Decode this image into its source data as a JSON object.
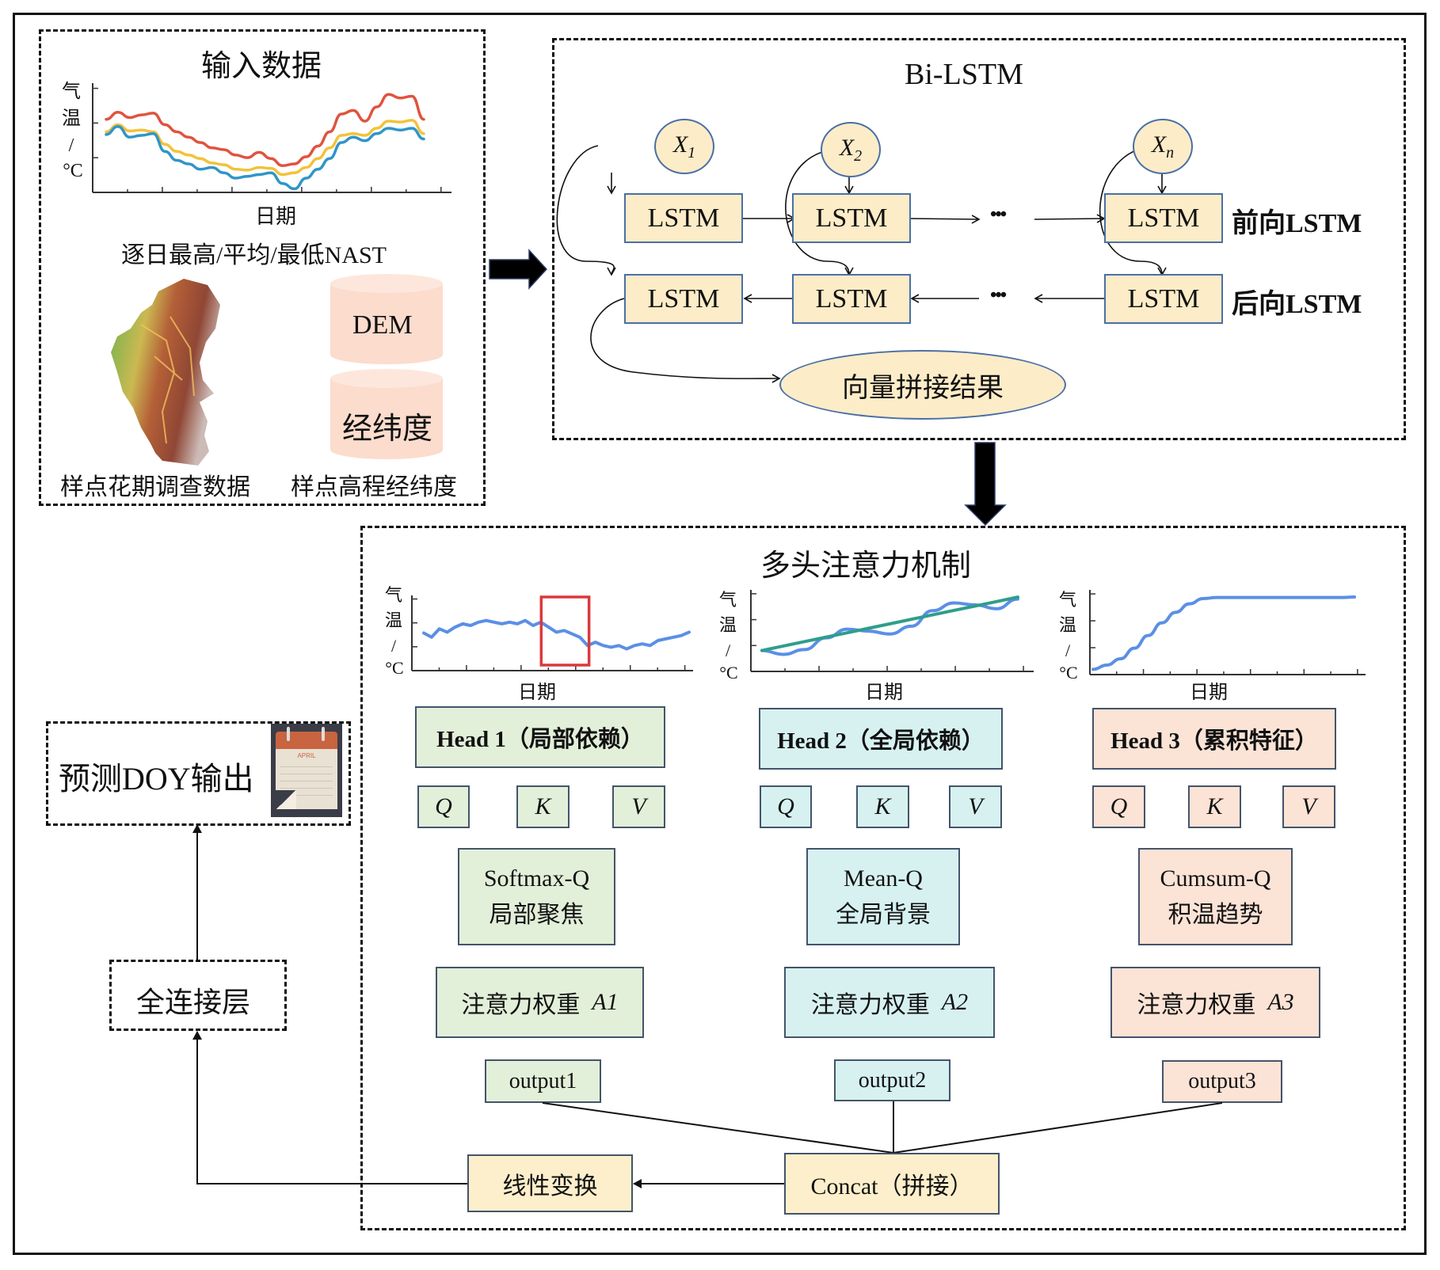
{
  "input_panel": {
    "title": "输入数据",
    "chart": {
      "y_axis_label_chars": [
        "气",
        "温",
        "/",
        "°C"
      ],
      "x_axis_label": "日期",
      "caption": "逐日最高/平均/最低NAST"
    },
    "map_caption": "样点花期调查数据",
    "db_caption": "样点高程经纬度",
    "cylinders": [
      "DEM",
      "经纬度"
    ]
  },
  "bilstm_panel": {
    "title": "Bi-LSTM",
    "inputs": [
      {
        "base": "X",
        "sub": "1"
      },
      {
        "base": "X",
        "sub": "2"
      },
      {
        "base": "X",
        "sub": "n"
      }
    ],
    "cell_label": "LSTM",
    "ellipsis": "•••",
    "forward_label": "前向LSTM",
    "backward_label": "后向LSTM",
    "concat_result": "向量拼接结果"
  },
  "attention_panel": {
    "title": "多头注意力机制",
    "chart_y_label_chars": [
      "气",
      "温",
      "/",
      "°C"
    ],
    "chart_x_label": "日期",
    "heads": [
      {
        "title": "Head 1（局部依赖）",
        "q": "Q",
        "k": "K",
        "v": "V",
        "method": "Softmax-Q",
        "method_desc": "局部聚焦",
        "weight_label": "注意力权重",
        "weight_symbol": "A1",
        "output": "output1",
        "color": "#e2efd9"
      },
      {
        "title": "Head 2（全局依赖）",
        "q": "Q",
        "k": "K",
        "v": "V",
        "method": "Mean-Q",
        "method_desc": "全局背景",
        "weight_label": "注意力权重",
        "weight_symbol": "A2",
        "output": "output2",
        "color": "#d7f1f1"
      },
      {
        "title": "Head 3（累积特征）",
        "q": "Q",
        "k": "K",
        "v": "V",
        "method": "Cumsum-Q",
        "method_desc": "积温趋势",
        "weight_label": "注意力权重",
        "weight_symbol": "A3",
        "output": "output3",
        "color": "#fbe3d6"
      }
    ],
    "concat_label": "Concat（拼接）",
    "linear_label": "线性变换"
  },
  "fc_layer": "全连接层",
  "output_panel": {
    "label": "预测DOY输出",
    "calendar_month": "APRIL"
  },
  "colors": {
    "max_temp": "#e0533f",
    "mean_temp": "#f2c23a",
    "min_temp": "#2f95c9",
    "attention_curve": "#5b8fe6",
    "trend_line": "#2e9e8a",
    "highlight_box": "#d9393b"
  },
  "chart_data": [
    {
      "type": "line",
      "title": "逐日最高/平均/最低NAST",
      "xlabel": "日期",
      "ylabel": "气温/°C",
      "series": [
        {
          "name": "最高",
          "values": [
            8.2,
            9.0,
            8.4,
            8.7,
            8.9,
            7.6,
            6.8,
            6.2,
            5.6,
            5.0,
            4.8,
            4.2,
            3.9,
            4.5,
            3.8,
            3.0,
            3.2,
            4.0,
            5.2,
            6.8,
            8.8,
            9.2,
            8.0,
            9.6,
            11.0,
            10.6,
            10.8,
            8.2
          ]
        },
        {
          "name": "平均",
          "values": [
            6.8,
            7.6,
            6.9,
            7.0,
            6.8,
            5.4,
            4.6,
            4.2,
            3.8,
            3.3,
            3.1,
            2.6,
            2.5,
            2.8,
            2.7,
            2.0,
            2.2,
            2.8,
            3.8,
            5.0,
            6.4,
            6.6,
            6.4,
            7.2,
            8.0,
            7.9,
            8.1,
            6.6
          ]
        },
        {
          "name": "最低",
          "values": [
            6.5,
            7.4,
            6.2,
            6.4,
            6.6,
            4.6,
            3.6,
            3.2,
            2.6,
            2.8,
            2.2,
            1.6,
            1.8,
            2.0,
            2.2,
            1.0,
            0.4,
            1.6,
            2.6,
            3.8,
            5.6,
            6.2,
            5.8,
            6.6,
            7.2,
            7.0,
            7.2,
            6.0
          ]
        }
      ],
      "ylim": [
        0,
        12
      ]
    },
    {
      "type": "line",
      "title": "Head 1 局部依赖",
      "xlabel": "日期",
      "ylabel": "气温/°C",
      "series": [
        {
          "name": "气温",
          "values": [
            4.5,
            4.0,
            5.0,
            4.6,
            5.2,
            5.6,
            5.4,
            5.8,
            6.0,
            5.8,
            5.6,
            5.8,
            5.6,
            6.0,
            5.4,
            5.8,
            5.2,
            4.6,
            4.8,
            4.4,
            4.0,
            3.0,
            3.4,
            3.0,
            2.8,
            3.0,
            2.6,
            3.0,
            3.2,
            3.0,
            3.6,
            3.8,
            4.0,
            4.2,
            4.6
          ]
        }
      ],
      "highlight_region": {
        "x_from_fraction": 0.46,
        "x_to_fraction": 0.63
      },
      "ylim": [
        0,
        9
      ]
    },
    {
      "type": "line",
      "title": "Head 2 全局依赖",
      "xlabel": "日期",
      "ylabel": "气温/°C",
      "series": [
        {
          "name": "气温",
          "values": [
            1.5,
            1.1,
            1.6,
            2.8,
            3.7,
            3.5,
            3.2,
            4.0,
            5.6,
            6.4,
            6.2,
            5.8,
            6.8
          ]
        },
        {
          "name": "趋势",
          "values": [
            1.5,
            1.96,
            2.42,
            2.88,
            3.33,
            3.79,
            4.25,
            4.71,
            5.17,
            5.63,
            6.08,
            6.54,
            7.0
          ]
        }
      ],
      "ylim": [
        0,
        7.5
      ]
    },
    {
      "type": "line",
      "title": "Head 3 累积特征",
      "xlabel": "日期",
      "ylabel": "气温/°C",
      "series": [
        {
          "name": "累积",
          "values": [
            0.2,
            0.6,
            1.2,
            2.2,
            3.4,
            4.6,
            5.6,
            6.4,
            6.9,
            7.0,
            7.0,
            7.0,
            7.0,
            7.0,
            7.0,
            7.0,
            7.0,
            7.0,
            7.0,
            7.05
          ]
        }
      ],
      "ylim": [
        0,
        7.5
      ]
    }
  ]
}
